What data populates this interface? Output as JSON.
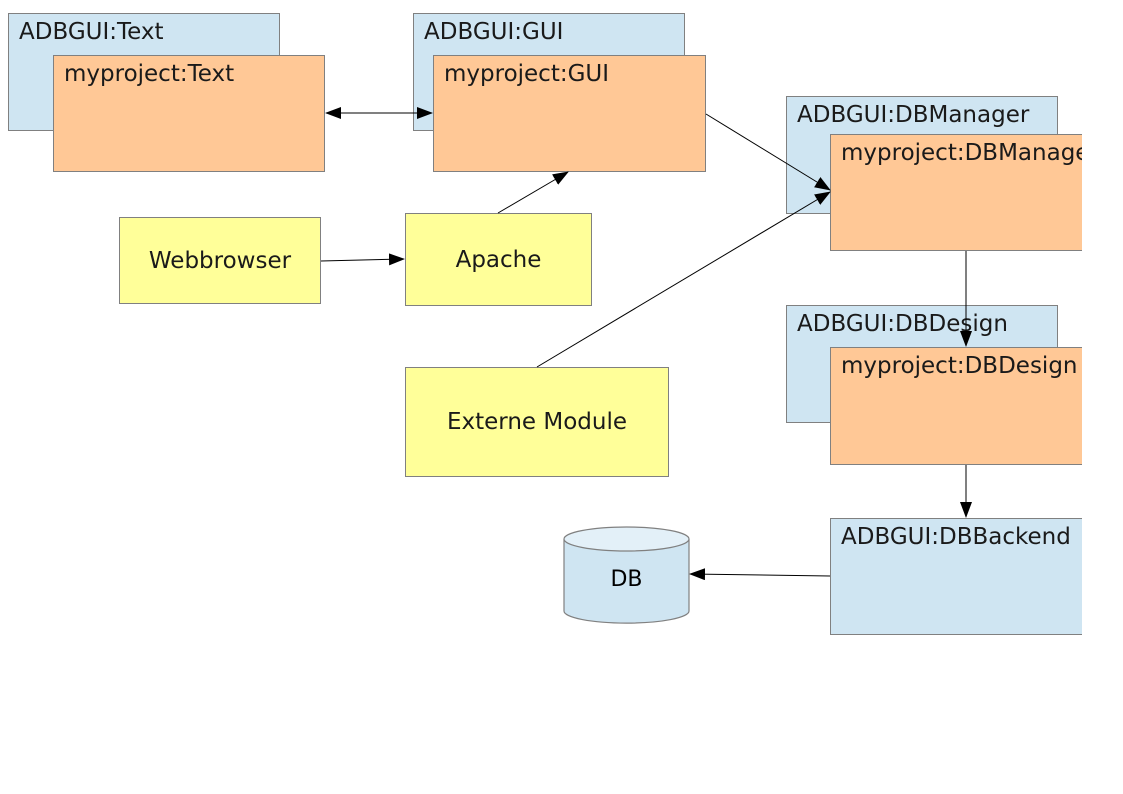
{
  "components": {
    "adbgui_text": "ADBGUI:Text",
    "myproject_text": "myproject:Text",
    "adbgui_gui": "ADBGUI:GUI",
    "myproject_gui": "myproject:GUI",
    "adbgui_dbmanager": "ADBGUI:DBManager",
    "myproject_dbmanager": "myproject:DBManager",
    "adbgui_dbdesign": "ADBGUI:DBDesign",
    "myproject_dbdesign": "myproject:DBDesign",
    "adbgui_dbbackend": "ADBGUI:DBBackend",
    "webbrowser": "Webbrowser",
    "apache": "Apache",
    "externe_module": "Externe Module",
    "db": "DB"
  },
  "colors": {
    "adbgui_fill": "#cfe5f2",
    "myproject_fill": "#ffc896",
    "external_fill": "#ffff99",
    "border": "#808080",
    "arrow": "#000000"
  }
}
